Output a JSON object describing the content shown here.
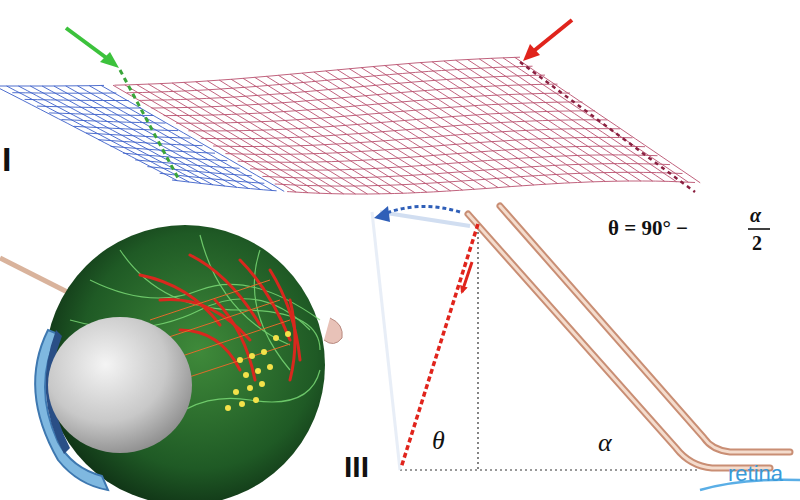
{
  "diagram": {
    "labels": [
      "I",
      "θ = 90° −",
      "α",
      "2",
      "θ",
      "α",
      "III",
      "retina"
    ]
  }
}
